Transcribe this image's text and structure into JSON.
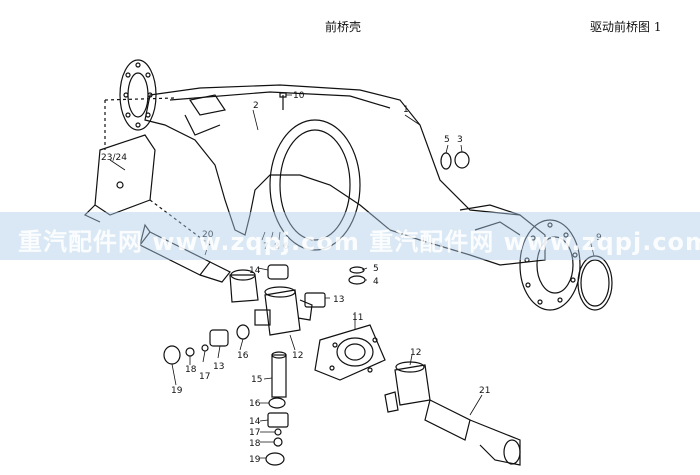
{
  "header": {
    "center_title": "前桥壳",
    "right_title": "驱动前桥图 1"
  },
  "watermark": {
    "text": "重汽配件网 www.zqpj.com 重汽配件网 www.zqpj.com",
    "band_color": "#aacde6"
  },
  "callouts": {
    "c1": "1",
    "c2": "2",
    "c3": "3",
    "c4": "4",
    "c5": "5",
    "c6": "6",
    "c7": "7",
    "c8": "8",
    "c9": "9",
    "c10": "10",
    "c11": "11",
    "c12a": "12",
    "c12b": "12",
    "c13a": "13",
    "c13b": "13",
    "c14a": "14",
    "c14b": "14",
    "c15": "15",
    "c16a": "16",
    "c16b": "16",
    "c17a": "17",
    "c17b": "17",
    "c18a": "18",
    "c18b": "18",
    "c19a": "19",
    "c19b": "19",
    "c20": "20",
    "c21": "21",
    "c23": "23/24"
  }
}
